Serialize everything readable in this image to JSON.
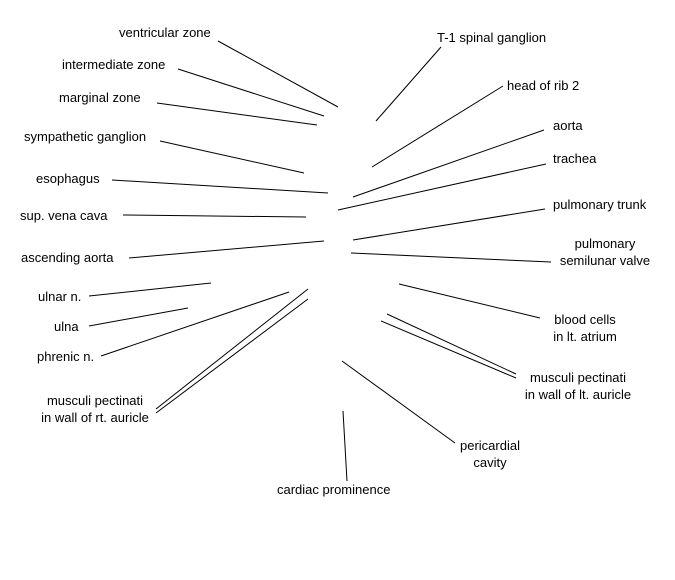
{
  "labels": [
    {
      "id": "ventricular-zone",
      "text": "ventricular zone"
    },
    {
      "id": "intermediate-zone",
      "text": "intermediate zone"
    },
    {
      "id": "marginal-zone",
      "text": "marginal zone"
    },
    {
      "id": "sympathetic-ganglion",
      "text": "sympathetic ganglion"
    },
    {
      "id": "esophagus",
      "text": "esophagus"
    },
    {
      "id": "sup-vena-cava",
      "text": "sup. vena cava"
    },
    {
      "id": "ascending-aorta",
      "text": "ascending aorta"
    },
    {
      "id": "ulnar-n",
      "text": "ulnar n."
    },
    {
      "id": "ulna",
      "text": "ulna"
    },
    {
      "id": "phrenic-n",
      "text": "phrenic n."
    },
    {
      "id": "musculi-pectinati-rt-auricle",
      "text": "musculi pectinati\nin wall of rt. auricle"
    },
    {
      "id": "cardiac-prominence",
      "text": "cardiac prominence"
    },
    {
      "id": "t1-spinal-ganglion",
      "text": "T-1 spinal ganglion"
    },
    {
      "id": "head-of-rib-2",
      "text": "head of rib 2"
    },
    {
      "id": "aorta",
      "text": "aorta"
    },
    {
      "id": "trachea",
      "text": "trachea"
    },
    {
      "id": "pulmonary-trunk",
      "text": "pulmonary trunk"
    },
    {
      "id": "pulmonary-semilunar-valve",
      "text": "pulmonary\nsemilunar valve"
    },
    {
      "id": "blood-cells-lt-atrium",
      "text": "blood cells\nin lt. atrium"
    },
    {
      "id": "musculi-pectinati-lt-auricle",
      "text": "musculi pectinati\nin wall of lt. auricle"
    },
    {
      "id": "pericardial-cavity",
      "text": "pericardial\ncavity"
    }
  ]
}
